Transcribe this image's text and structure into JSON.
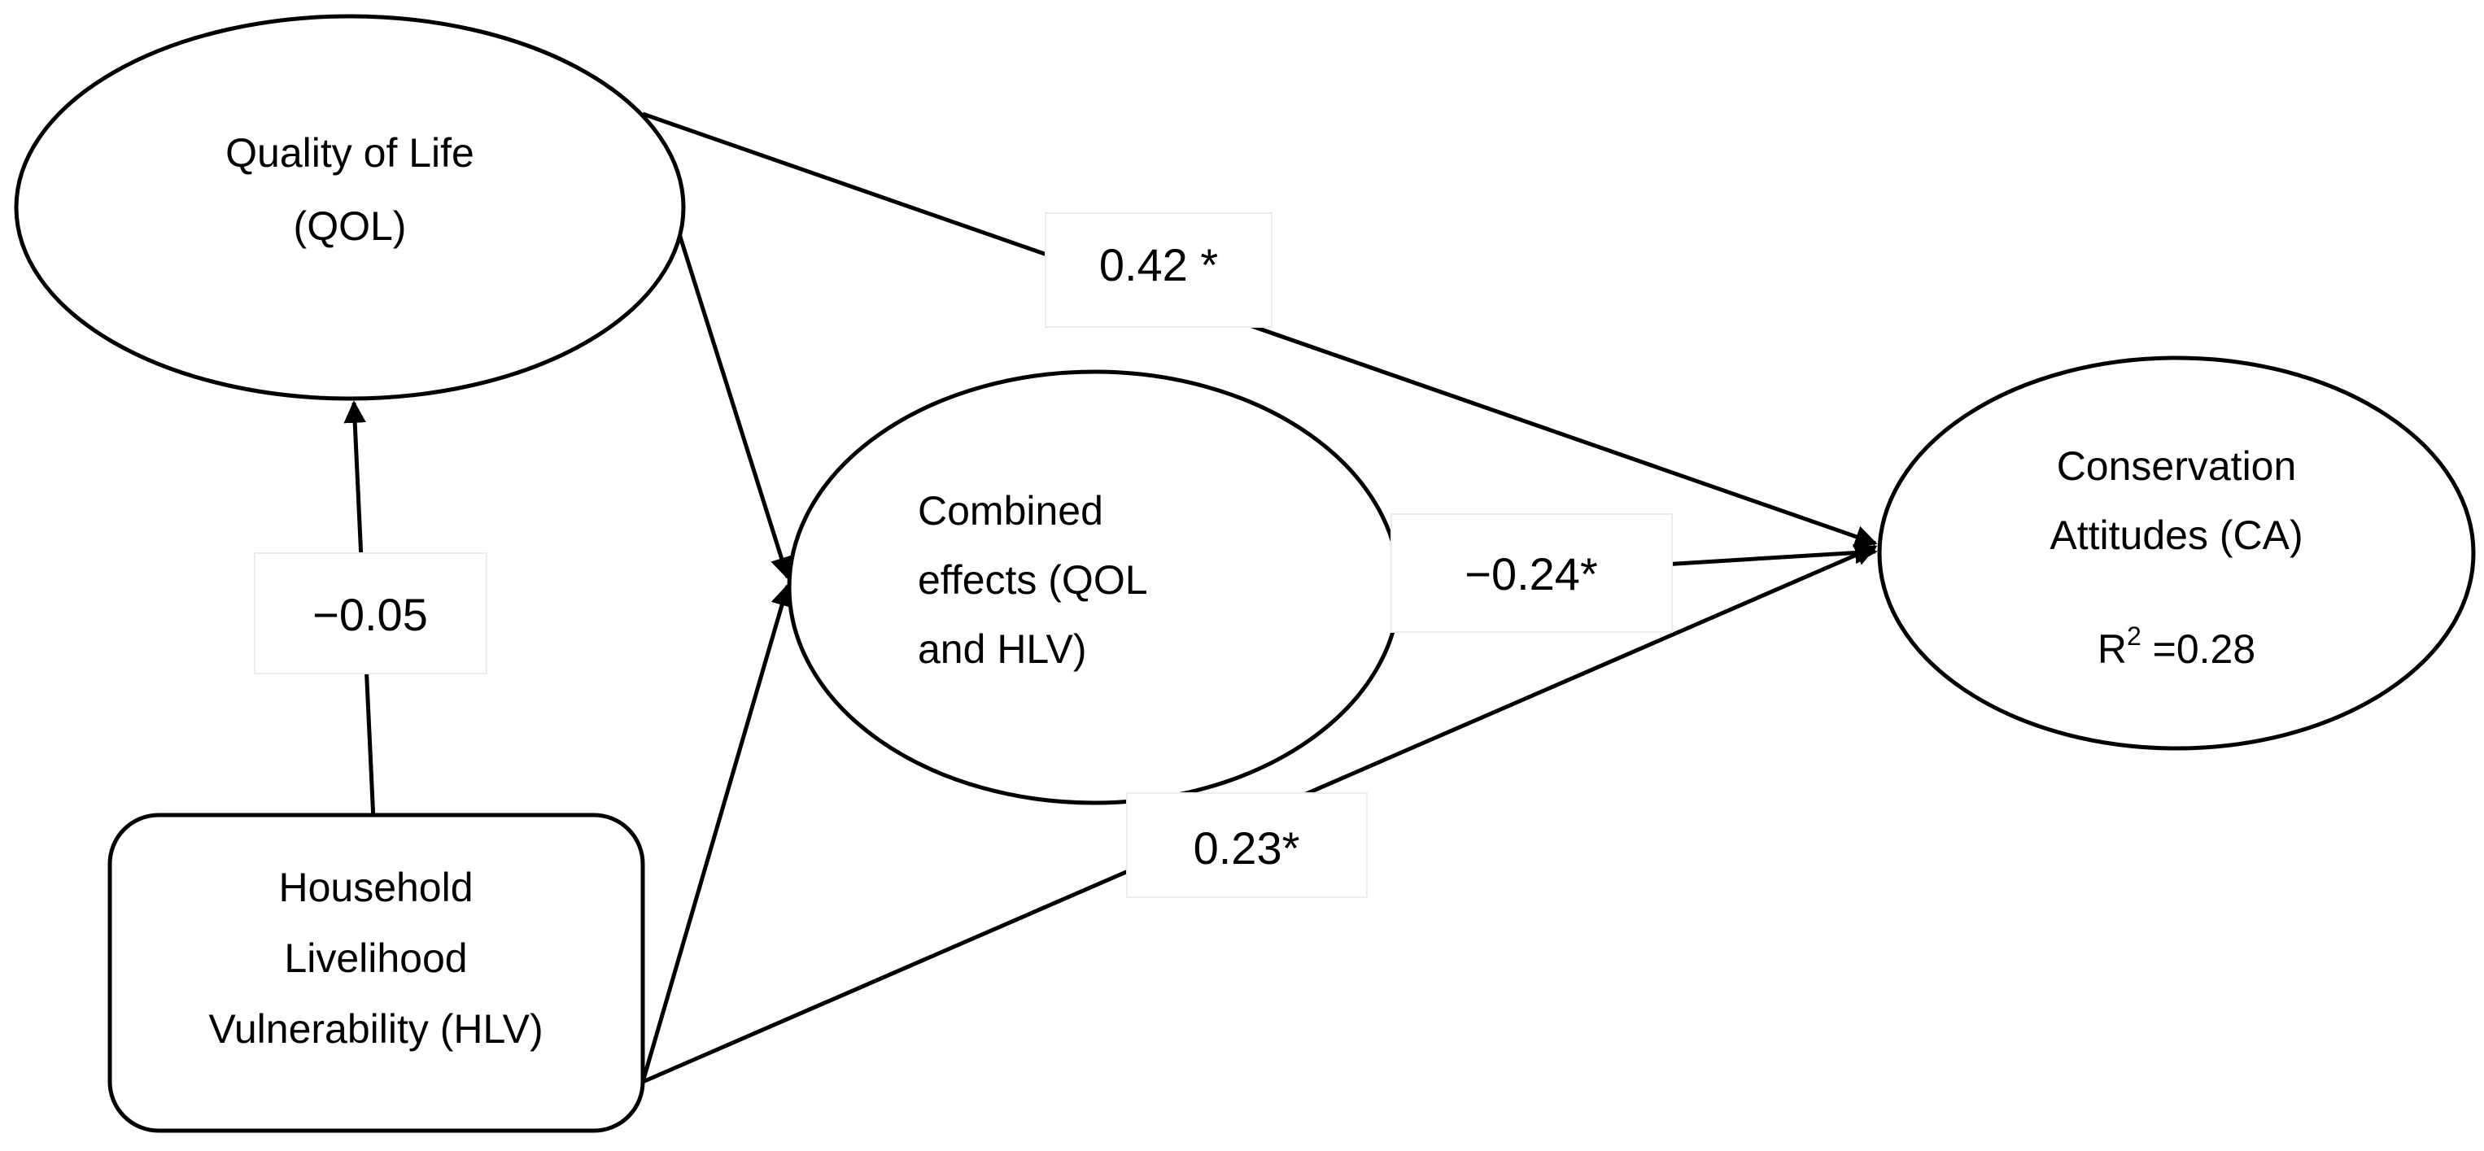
{
  "nodes": {
    "qol": {
      "line1": "Quality of Life",
      "line2": "(QOL)"
    },
    "combined": {
      "line1": "Combined",
      "line2": "effects (QOL",
      "line3": "and HLV)"
    },
    "ca": {
      "line1": "Conservation",
      "line2": "Attitudes (CA)",
      "r2_base": "R",
      "r2_sup": "2",
      "r2_value": " =0.28"
    },
    "hlv": {
      "line1": "Household",
      "line2": "Livelihood",
      "line3": "Vulnerability (HLV)"
    }
  },
  "edges": {
    "hlv_qol": "−0.05",
    "qol_ca": "0.42 *",
    "combined_ca": "−0.24*",
    "hlv_ca": "0.23*"
  },
  "colors": {
    "stroke": "#000000",
    "background": "#ffffff"
  }
}
